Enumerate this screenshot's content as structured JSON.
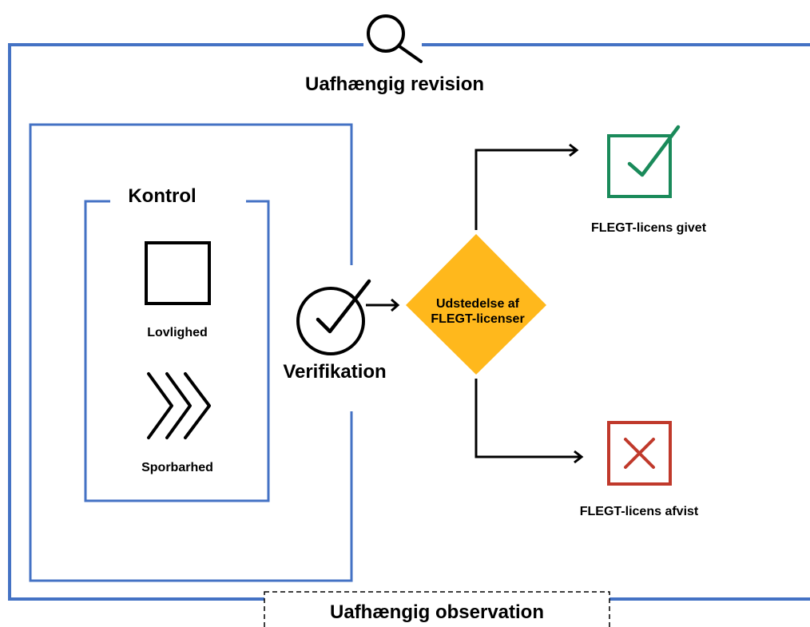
{
  "labels": {
    "outer": "Uafhængig revision",
    "observation": "Uafhængig observation",
    "control": "Kontrol",
    "legality": "Lovlighed",
    "traceability": "Sporbarhed",
    "verification": "Verifikation",
    "decision_line1": "Udstedelse af",
    "decision_line2": "FLEGT-licenser",
    "granted": "FLEGT-licens givet",
    "rejected": "FLEGT-licens afvist"
  },
  "icons": {
    "audit": "magnifier-icon",
    "legality": "square-icon",
    "traceability": "chevrons-icon",
    "verification": "circle-check-icon",
    "granted": "checkbox-checked-icon",
    "rejected": "checkbox-cross-icon"
  },
  "colors": {
    "frame": "#4472c4",
    "decision": "#ffb81c",
    "granted": "#1a8a5a",
    "rejected": "#c0392b",
    "ink": "#000000"
  }
}
